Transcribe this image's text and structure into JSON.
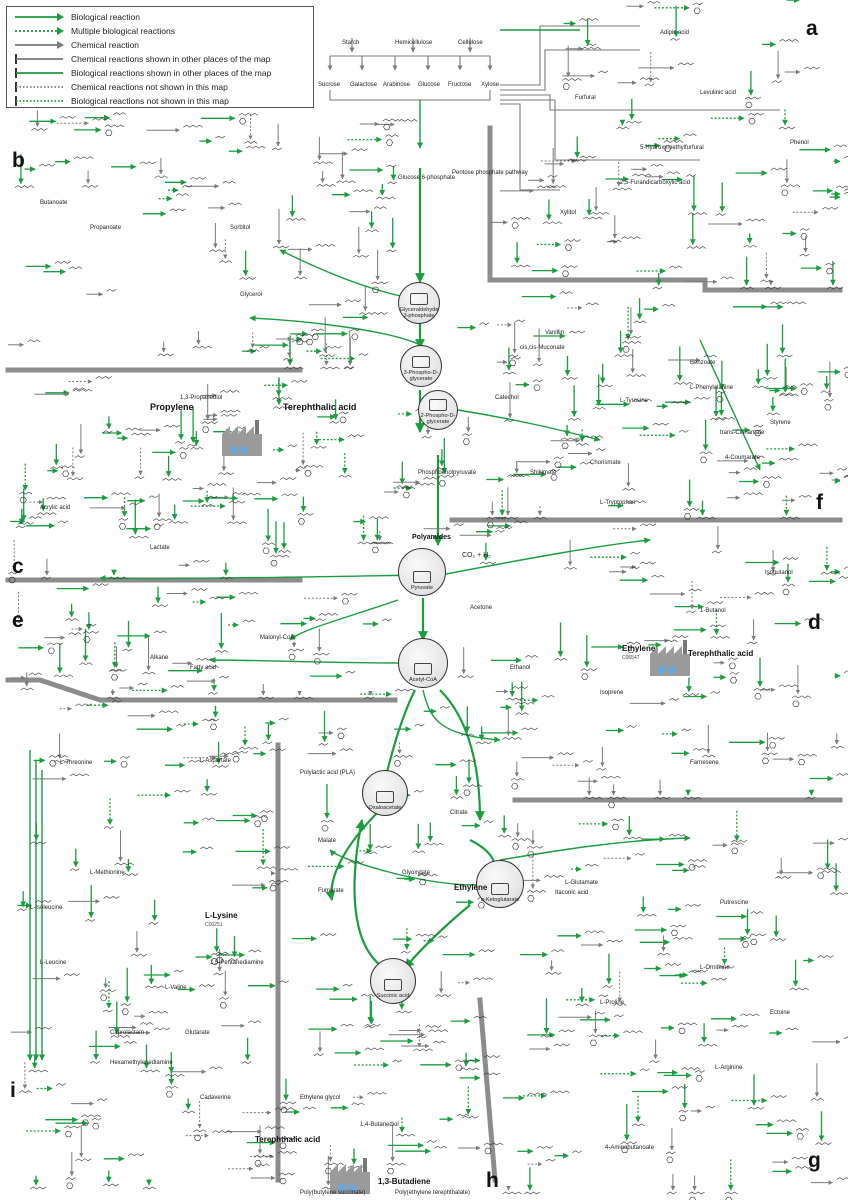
{
  "legend": {
    "items": [
      {
        "label": "Biological reaction",
        "style": "bio"
      },
      {
        "label": "Multiple biological reactions",
        "style": "multi"
      },
      {
        "label": "Chemical reaction",
        "style": "chem"
      },
      {
        "label": "Chemical reactions shown in other places of the map",
        "style": "chem-bar"
      },
      {
        "label": "Biological reactions shown in other places of the map",
        "style": "bio-bar"
      },
      {
        "label": "Chemical reactions not shown in this map",
        "style": "chem-dot-bar"
      },
      {
        "label": "Biological reactions not shown in this map",
        "style": "bio-dot-bar"
      }
    ]
  },
  "colors": {
    "bio": "#1a9d3f",
    "chem": "#7a7a7a",
    "band": "#8c8c8c",
    "hub_border": "#333333"
  },
  "panels": [
    "a",
    "b",
    "c",
    "d",
    "e",
    "f",
    "g",
    "h",
    "i"
  ],
  "hubs": [
    {
      "id": "g3p",
      "label": "Glyceraldehyde 3-phosphate"
    },
    {
      "id": "3pg",
      "label": "3-Phospho-D-glycerate"
    },
    {
      "id": "2pg",
      "label": "2-Phospho-D-glycerate"
    },
    {
      "id": "pyr",
      "label": "Pyruvate"
    },
    {
      "id": "acoa",
      "label": "Acetyl-CoA"
    },
    {
      "id": "oaa",
      "label": "Oxaloacetate"
    },
    {
      "id": "akg",
      "label": "α-Ketoglutarate"
    },
    {
      "id": "suc",
      "label": "Succinic acid"
    }
  ],
  "top_sugars": {
    "polymers": [
      "Starch",
      "Hemicellulose",
      "Cellulose"
    ],
    "monomers": [
      "Sucrose",
      "Galactose",
      "Arabinose",
      "Glucose",
      "Fructose",
      "Xylose"
    ]
  },
  "highlight_labels": {
    "propylene": "Propylene",
    "terephthalic_c": "Terephthalic acid",
    "ethylene_d": "Ethylene",
    "ethylene_d_code": "C06547",
    "terephthalic_d": "Terephthalic acid",
    "llysine": "L-Lysine",
    "llysine_code": "C00251",
    "ethylene_h": "Ethylene",
    "terephthalic_h": "Terephthalic acid",
    "butadiene": "1,3-Butadiene",
    "polyamides": "Polyamides",
    "co2h2": "CO₂ + H₂"
  },
  "small_labels": {
    "glucose6p": "Glucose 6-phosphate",
    "ppp": "Pentose phosphate pathway",
    "pep": "Phosphoenolpyruvate",
    "citrate": "Citrate",
    "malate": "Malate",
    "fumarate": "Fumarate",
    "glyoxylate": "Glyoxylate",
    "pla": "Polylactic acid (PLA)",
    "lasp": "L-Aspartate",
    "glycerol": "Glycerol",
    "furfural": "Furfural",
    "levulinic": "Levulinic acid",
    "adipic": "Adipic acid",
    "lactate": "Lactate",
    "acetone": "Acetone",
    "butanol": "1-Butanol",
    "isobutanol": "Isobutanol",
    "ethanol": "Ethanol",
    "isoprene": "Isoprene",
    "farnesene": "Farnesene",
    "phenol": "Phenol",
    "styrene": "Styrene",
    "caprolactam": "Caprolactam",
    "cadaverine": "Cadaverine",
    "putrescine": "Putrescine",
    "glutamate": "L-Glutamate",
    "ornithine": "L-Ornithine",
    "arginine": "L-Arginine",
    "proline": "L-Proline",
    "gaba": "4-Aminobutanoate",
    "bdo": "1,4-Butanediol",
    "pdo": "1,3-Propanediol",
    "acrylic": "Acrylic acid",
    "malonyl": "Malonyl-CoA",
    "fatty": "Fatty acid",
    "alkane": "Alkane",
    "shikimate": "Shikimate",
    "chorismate": "Chorismate",
    "tyrosine": "L-Tyrosine",
    "phenylalanine": "L-Phenylalanine",
    "tryptophan": "L-Tryptophan",
    "sorbitol": "Sorbitol",
    "xylitol": "Xylitol",
    "hmf": "5-Hydroxymethylfurfural",
    "fdca": "2,5-Furandicarboxylic acid",
    "butyrate": "Butanoate",
    "propanoate": "Propanoate",
    "valine": "L-Valine",
    "leucine": "L-Leucine",
    "threonine": "L-Threonine",
    "methionine": "L-Methionine",
    "isoleucine": "L-Isoleucine",
    "hexamethylenediamine": "Hexamethylenediamine",
    "glutarate": "Glutarate",
    "itaconate": "Itaconic acid",
    "muconic": "cis,cis-Muconate",
    "catechol": "Catechol",
    "vanillin": "Vanillin",
    "benzoate": "Benzoate",
    "cinnamate": "trans-Cinnamate",
    "coumarate": "4-Coumarate",
    "pentanediamine": "1,5-Pentanediamine",
    "ectoine": "Ectoine",
    "ethylene_glycol": "Ethylene glycol",
    "pbs": "Poly(butylene succinate)",
    "pet": "Poly(ethylene terephthalate)"
  }
}
